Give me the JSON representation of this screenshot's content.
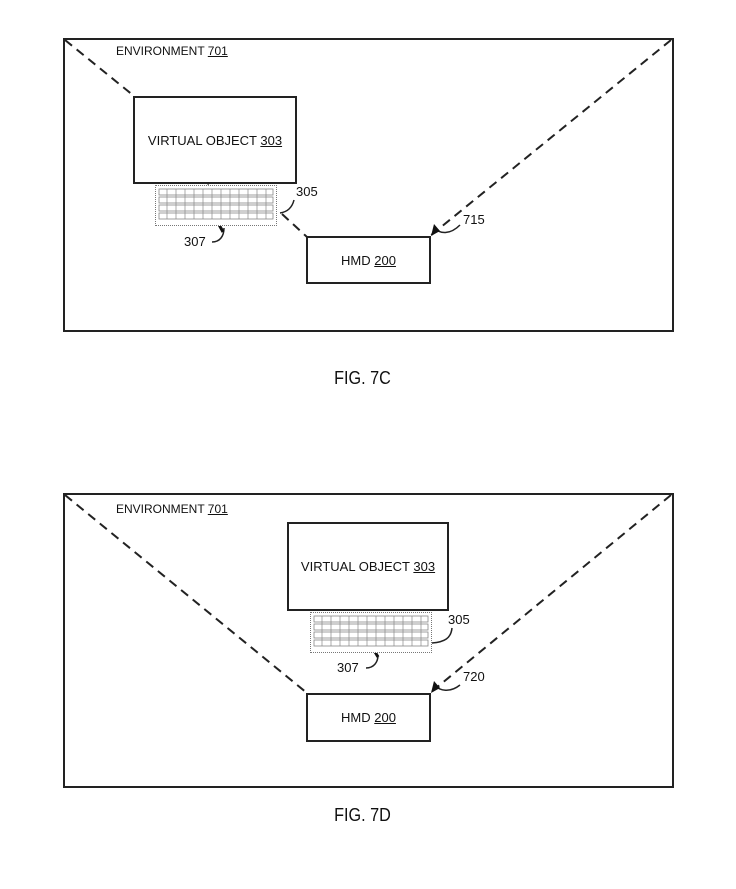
{
  "figures": [
    {
      "id": "7C",
      "caption": "FIG. 7C",
      "environment": {
        "text": "ENVIRONMENT ",
        "ref": "701"
      },
      "virtual_object": {
        "text": "VIRTUAL OBJECT ",
        "ref": "303"
      },
      "hmd": {
        "text": "HMD ",
        "ref": "200"
      },
      "keyboard_ref": "305",
      "pointer_ref": "307",
      "fov_ref": "715"
    },
    {
      "id": "7D",
      "caption": "FIG. 7D",
      "environment": {
        "text": "ENVIRONMENT ",
        "ref": "701"
      },
      "virtual_object": {
        "text": "VIRTUAL OBJECT ",
        "ref": "303"
      },
      "hmd": {
        "text": "HMD ",
        "ref": "200"
      },
      "keyboard_ref": "305",
      "pointer_ref": "307",
      "fov_ref": "720"
    }
  ]
}
